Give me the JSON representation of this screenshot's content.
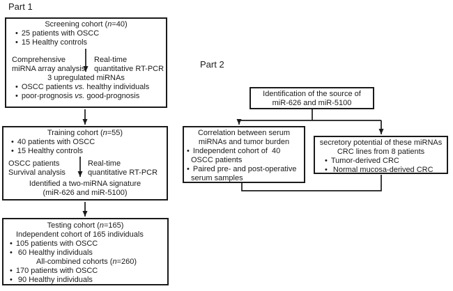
{
  "bullet": "•",
  "colors": {
    "border": "#1a1a1a",
    "text": "#1a1a1a",
    "background": "#ffffff"
  },
  "part1": {
    "label": "Part 1"
  },
  "part2": {
    "label": "Part 2"
  },
  "screening": {
    "title_pre": "Screening cohort (",
    "title_n": "n",
    "title_post": "=40)",
    "bullets": [
      "25 patients with OSCC",
      "15 Healthy controls"
    ],
    "left_note": [
      "Comprehensive",
      "miRNA array analysis"
    ],
    "right_note": [
      "Real-time",
      "quantitative RT-PCR"
    ],
    "mid_title": "3 upregulated miRNAs",
    "vs1_pre": "OSCC patients ",
    "vs1_it": "vs.",
    "vs1_post": " healthy individuals",
    "vs2_pre": "poor-prognosis ",
    "vs2_it": "vs.",
    "vs2_post": " good-prognosis"
  },
  "training": {
    "title_pre": "Training cohort (",
    "title_n": "n",
    "title_post": "=55)",
    "bullets": [
      "40 patients with OSCC",
      "15 Healthy controls"
    ],
    "left_note": [
      "OSCC patients",
      "Survival analysis"
    ],
    "right_note": [
      "Real-time",
      "quantitative RT-PCR"
    ],
    "result": [
      "Identified a two-miRNA signature",
      "(miR-626 and miR-5100)"
    ]
  },
  "testing": {
    "title_pre": "Testing cohort (",
    "title_n": "n",
    "title_post": "=165)",
    "subtitle": "Independent cohort of 165 individuals",
    "bullets1": [
      "105 patients with OSCC",
      " 60 Healthy individuals"
    ],
    "combined_pre": "All-combined cohorts (",
    "combined_n": "n",
    "combined_post": "=260)",
    "bullets2": [
      "170 patients with OSCC",
      " 90 Healthy individuals"
    ]
  },
  "identification": {
    "lines": [
      "Identification of the source of",
      "miR-626 and miR-5100"
    ]
  },
  "correlation": {
    "lines": [
      "Correlation between serum",
      "miRNAs and tumor burden"
    ],
    "b1": [
      "Independent cohort of  40",
      "OSCC patients"
    ],
    "b2": [
      "Paired pre- and post-operative",
      "serum samples"
    ]
  },
  "secretory": {
    "lines": [
      "secretory potential of these miRNAs",
      "CRC lines from 8 patients"
    ],
    "bullets": [
      "Tumor-derived CRC",
      " Normal mucosa-derived CRC"
    ]
  }
}
